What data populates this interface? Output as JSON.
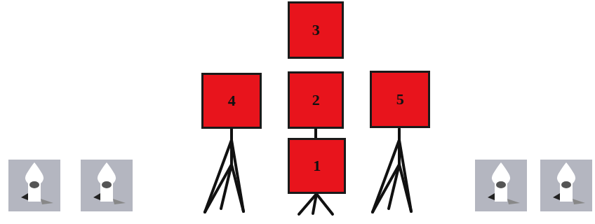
{
  "diagram": {
    "nodes": [
      {
        "text": [
          "3"
        ]
      },
      {
        "text": [
          "4"
        ]
      },
      {
        "text": [
          "2"
        ]
      },
      {
        "text": [
          "5"
        ]
      },
      {
        "text": [
          "1"
        ]
      }
    ],
    "edges": [
      {
        "from": 2,
        "to": 4,
        "arrow": "none"
      }
    ]
  }
}
